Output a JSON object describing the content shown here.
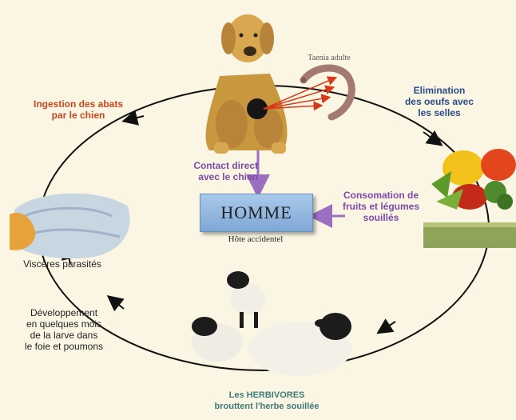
{
  "top_label_left": "Ingestion des abats\npar le chien",
  "taenia_label": "Taenia adulte",
  "elimination_label": "Elimination\ndes oeufs avec\nles selles",
  "contact_label": "Contact direct\navec le chien",
  "homme_label": "HOMME",
  "hote_label": "Hôte accidentel",
  "consomation_label": "Consomation de\nfruits et légumes\nsouillés",
  "visceres_label": "Viscères parasités",
  "developpement_label": "Développement\nen quelques mois\nde la larve dans\nle foie et poumons",
  "herbivores_label": "Les HERBIVORES\nbrouttent l'herbe souillée"
}
